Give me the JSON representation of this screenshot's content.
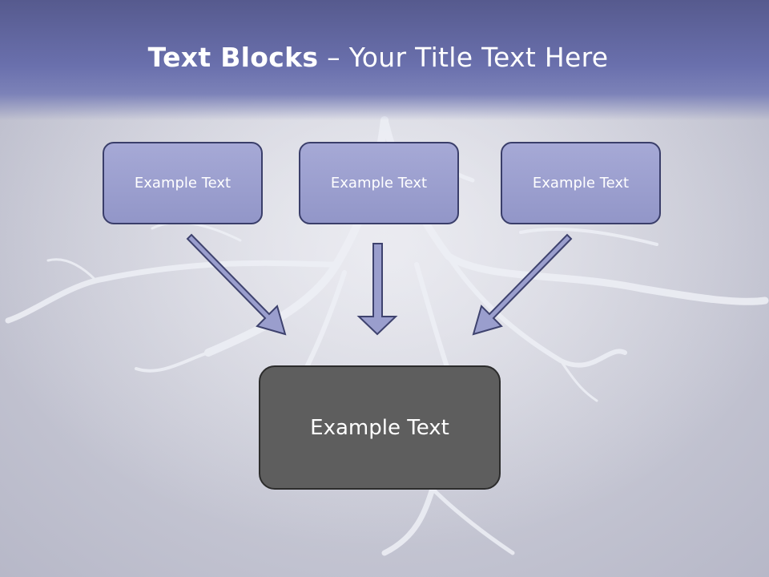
{
  "title": {
    "bold": "Text Blocks",
    "dash": "–",
    "rest": "Your Title Text Here"
  },
  "boxes": [
    {
      "label": "Example Text"
    },
    {
      "label": "Example Text"
    },
    {
      "label": "Example Text"
    }
  ],
  "main_box": {
    "label": "Example Text"
  },
  "colors": {
    "title_band": "#6a70ad",
    "small_box_fill": "#9a9ecd",
    "small_box_border": "#3a3e6a",
    "main_box_fill": "#5e5e5e",
    "arrow_fill": "#9a9ecd"
  }
}
